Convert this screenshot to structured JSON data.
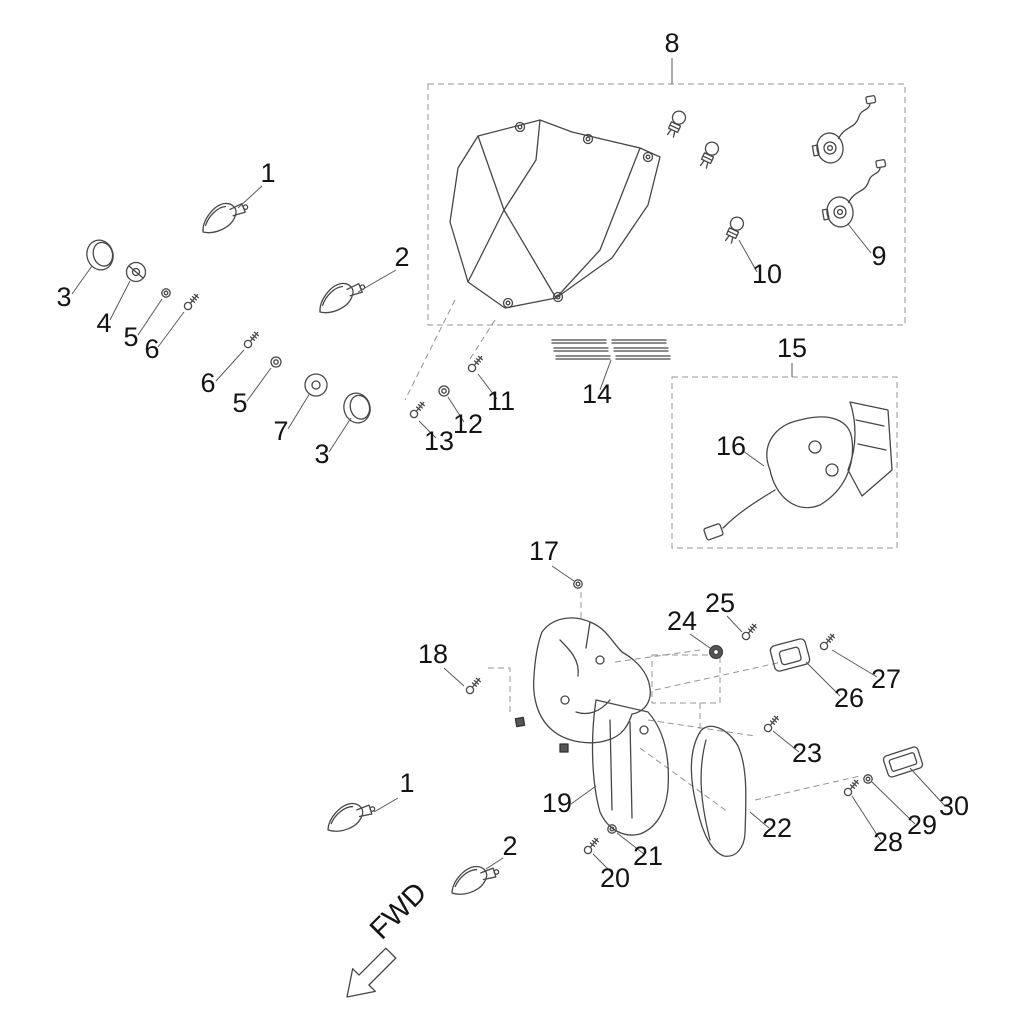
{
  "diagram": {
    "fwd_label": "FWD",
    "colors": {
      "line": "#474747",
      "dashed_line": "#949494",
      "text": "#141414",
      "background": "#ffffff"
    },
    "callouts": {
      "c8": "8",
      "c1a": "1",
      "c2a": "2",
      "c3a": "3",
      "c4": "4",
      "c5a": "5",
      "c6a": "6",
      "c6b": "6",
      "c5b": "5",
      "c7": "7",
      "c3b": "3",
      "c13": "13",
      "c12": "12",
      "c11": "11",
      "c14": "14",
      "c10": "10",
      "c9": "9",
      "c15": "15",
      "c16": "16",
      "c17": "17",
      "c18": "18",
      "c24": "24",
      "c25": "25",
      "c26": "26",
      "c27": "27",
      "c23": "23",
      "c19": "19",
      "c20": "20",
      "c21": "21",
      "c22": "22",
      "c28": "28",
      "c29": "29",
      "c30": "30",
      "c1b": "1",
      "c2b": "2"
    }
  }
}
